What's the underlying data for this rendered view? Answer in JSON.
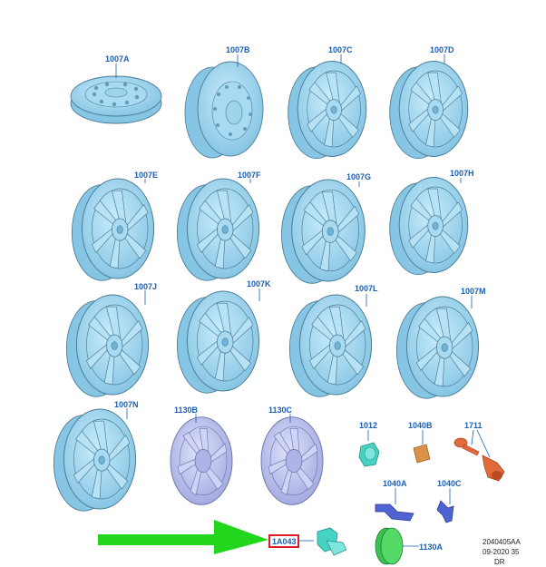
{
  "colors": {
    "wheel_fill": "#9fd4ee",
    "wheel_stroke": "#4a7c96",
    "wheel_shade": "#6fb2d6",
    "cover_fill": "#bcc3ee",
    "cover_stroke": "#6a70a8",
    "callout_text": "#1a5fb4",
    "highlight_box": "#e01b24",
    "arrow": "#22d61e",
    "nut_fill": "#45d3c4",
    "gasket_fill": "#d9924a",
    "valve_fill": "#e06a3a",
    "clip_fill": "#4f63d2",
    "cap_fill": "#39c24f"
  },
  "callouts": {
    "c1007A": "1007A",
    "c1007B": "1007B",
    "c1007C": "1007C",
    "c1007D": "1007D",
    "c1007E": "1007E",
    "c1007F": "1007F",
    "c1007G": "1007G",
    "c1007H": "1007H",
    "c1007J": "1007J",
    "c1007K": "1007K",
    "c1007L": "1007L",
    "c1007M": "1007M",
    "c1007N": "1007N",
    "c1130B": "1130B",
    "c1130C": "1130C",
    "c1012": "1012",
    "c1040B": "1040B",
    "c1711": "1711",
    "c1040A": "1040A",
    "c1040C": "1040C",
    "c1A043": "1A043",
    "c1130A": "1130A"
  },
  "footer": {
    "line1": "2040405AA",
    "line2": "09-2020 35",
    "line3": "DR"
  }
}
